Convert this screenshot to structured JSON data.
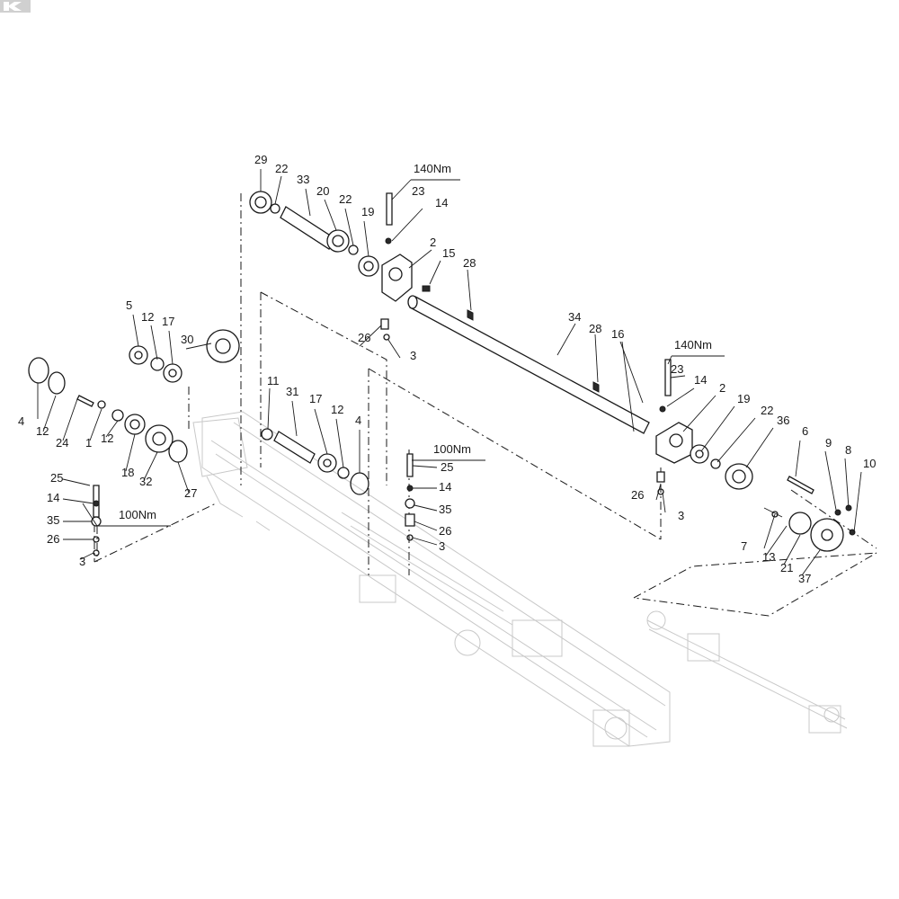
{
  "diagram": {
    "callouts": [
      "1",
      "2",
      "3",
      "4",
      "5",
      "6",
      "7",
      "8",
      "9",
      "10",
      "11",
      "12",
      "13",
      "14",
      "15",
      "16",
      "17",
      "18",
      "19",
      "20",
      "21",
      "22",
      "23",
      "24",
      "25",
      "26",
      "27",
      "28",
      "29",
      "30",
      "31",
      "32",
      "33",
      "34",
      "35",
      "36",
      "37"
    ],
    "torque_specs": [
      "140Nm",
      "140Nm",
      "100Nm",
      "100Nm"
    ],
    "logo": "K"
  },
  "colors": {
    "ink": "#1a1a1a",
    "ghost_frame": "#c8c8c8",
    "background": "#ffffff"
  }
}
